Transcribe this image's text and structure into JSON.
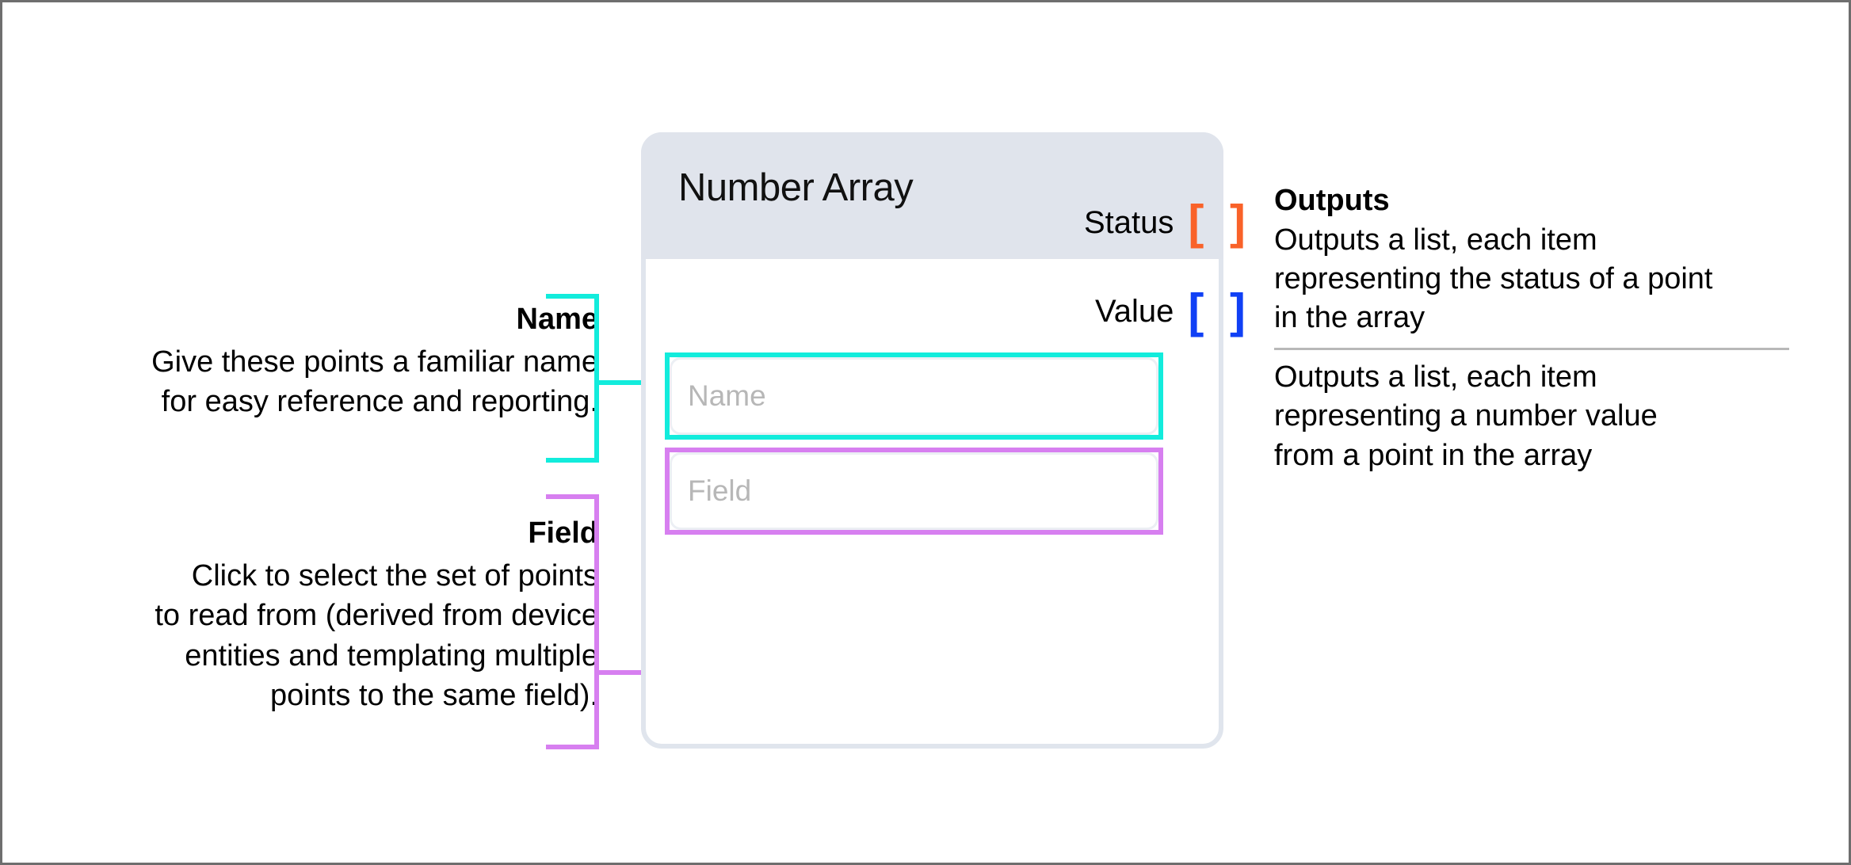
{
  "node": {
    "title": "Number Array",
    "outputs": [
      {
        "label": "Status",
        "icon": "array-bracket-icon",
        "color": "#f96229",
        "bracket": "[ ]"
      },
      {
        "label": "Value",
        "icon": "array-bracket-icon",
        "color": "#1040f5",
        "bracket": "[ ]"
      }
    ],
    "inputs": [
      {
        "name": "name",
        "placeholder": "Name",
        "value": "",
        "highlight": "#12ecdc"
      },
      {
        "name": "field",
        "placeholder": "Field",
        "value": "",
        "highlight": "#d77ff0"
      }
    ]
  },
  "annotations": {
    "left": [
      {
        "title": "Name",
        "body": "Give these points a familiar name\nfor easy reference and reporting.",
        "color": "#12ecdc"
      },
      {
        "title": "Field",
        "body": "Click to select the set of points\nto read from (derived from device\nentities and templating multiple\npoints to the same field).",
        "color": "#d77ff0"
      }
    ],
    "right": {
      "heading": "Outputs",
      "items": [
        "Outputs a list, each item\nrepresenting the status of a point\nin the array",
        "Outputs a list, each item\nrepresenting a number value\nfrom a point in the array"
      ]
    }
  },
  "colors": {
    "header_bg": "#e0e4ec",
    "card_border": "#e0e5ed",
    "cyan": "#12ecdc",
    "violet": "#d77ff0",
    "orange": "#f96229",
    "blue": "#1040f5",
    "frame": "#6e6e6e"
  }
}
